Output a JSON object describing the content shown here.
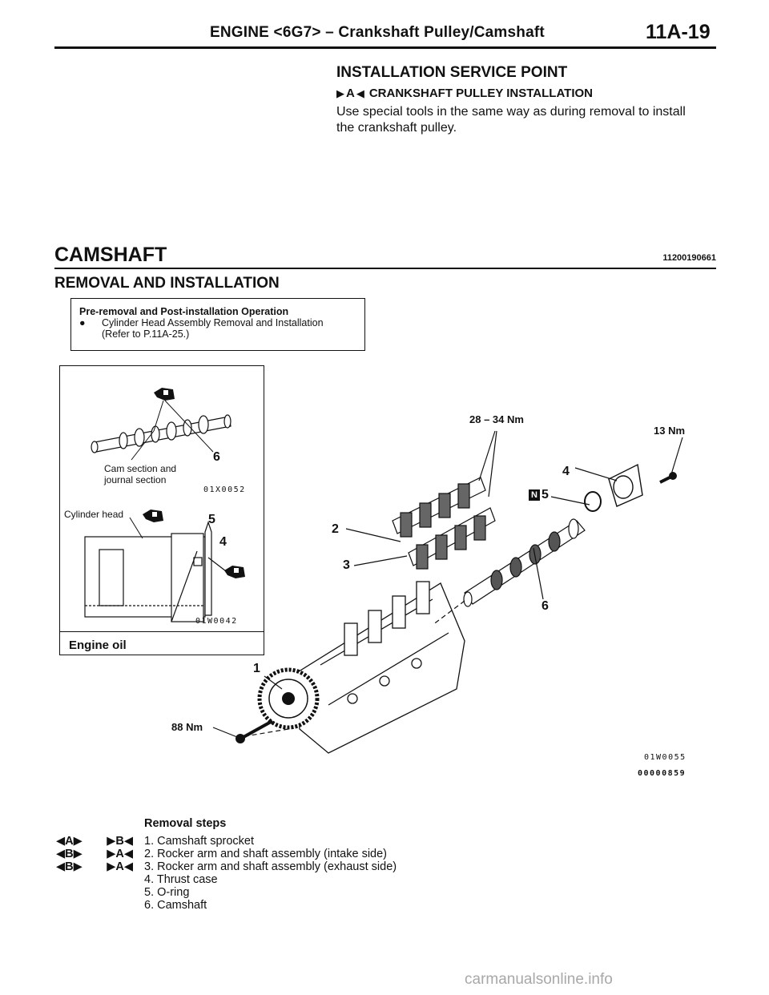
{
  "header": {
    "title": "ENGINE <6G7> – Crankshaft Pulley/Camshaft",
    "page": "11A-19"
  },
  "install_service": {
    "heading": "INSTALLATION SERVICE POINT",
    "sub_marker": "A",
    "sub_title": "CRANKSHAFT PULLEY INSTALLATION",
    "line1": "Use special tools in the same way as during removal to install",
    "line2": "the crankshaft pulley."
  },
  "camshaft": {
    "heading": "CAMSHAFT",
    "code": "11200190661",
    "subheading": "REMOVAL AND INSTALLATION"
  },
  "preremoval": {
    "title": "Pre-removal and Post-installation Operation",
    "bullet": "●",
    "item_line1": "Cylinder Head Assembly Removal and Installation",
    "item_line2": "(Refer to P.11A-25.)"
  },
  "inset": {
    "cam_label_1": "Cam section and",
    "cam_label_2": "journal section",
    "code_top": "01X0052",
    "cylinder_head": "Cylinder head",
    "code_bottom": "01W0042",
    "engine_oil": "Engine oil",
    "callout_6": "6",
    "callout_5": "5",
    "callout_4": "4"
  },
  "diagram": {
    "torque_rocker": "28 – 34 Nm",
    "torque_thrust": "13 Nm",
    "torque_sprocket": "88 Nm",
    "n_badge": "N",
    "c1": "1",
    "c2": "2",
    "c3": "3",
    "c4": "4",
    "c5": "5",
    "c6": "6",
    "code1": "01W0055",
    "code2": "00000859"
  },
  "removal": {
    "title": "Removal steps",
    "steps": [
      {
        "left": "A",
        "right": "B",
        "text": "1. Camshaft sprocket"
      },
      {
        "left": "B",
        "right": "A",
        "text": "2. Rocker arm and shaft assembly (intake side)"
      },
      {
        "left": "B",
        "right": "A",
        "text": "3. Rocker arm and shaft assembly (exhaust side)"
      },
      {
        "left": "",
        "right": "",
        "text": "4. Thrust case"
      },
      {
        "left": "",
        "right": "",
        "text": "5. O-ring"
      },
      {
        "left": "",
        "right": "",
        "text": "6. Camshaft"
      }
    ]
  },
  "watermark": "carmanualsonline.info"
}
